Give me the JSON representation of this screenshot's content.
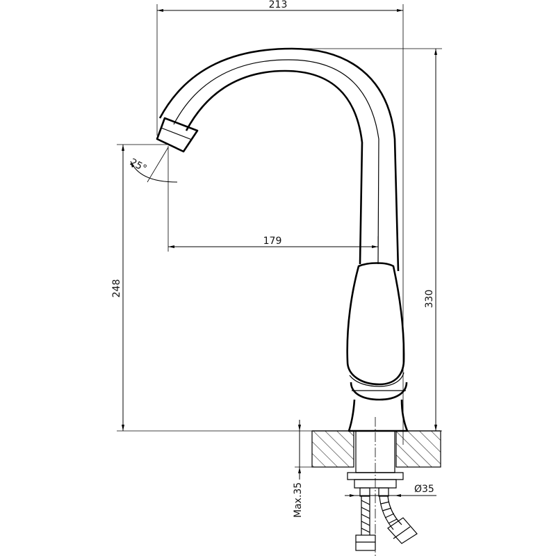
{
  "dimensions": {
    "overall_width": "213",
    "spout_reach": "179",
    "outlet_height": "248",
    "total_height": "330",
    "spout_angle": "25°",
    "max_thickness": "Max.35",
    "hole_diameter": "Ø35"
  }
}
